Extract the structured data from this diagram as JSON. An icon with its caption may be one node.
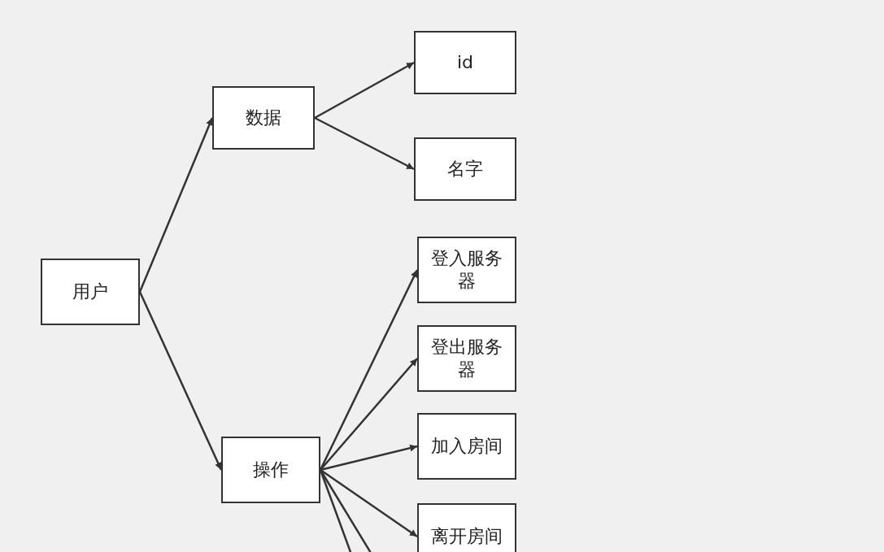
{
  "diagram": {
    "nodes": [
      {
        "text": [
          "用户"
        ]
      },
      {
        "text": [
          "数据"
        ]
      },
      {
        "text": [
          "操作"
        ]
      },
      {
        "text": [
          "id"
        ]
      },
      {
        "text": [
          "名字"
        ]
      },
      {
        "text": [
          "登入服务器"
        ]
      },
      {
        "text": [
          "登出服务器"
        ]
      },
      {
        "text": [
          "加入房间"
        ]
      },
      {
        "text": [
          "离开房间"
        ]
      }
    ],
    "edges": [
      {
        "from": 0,
        "to": 1,
        "arrow": "to"
      },
      {
        "from": 0,
        "to": 2,
        "arrow": "to"
      },
      {
        "from": 1,
        "to": 3,
        "arrow": "to"
      },
      {
        "from": 1,
        "to": 4,
        "arrow": "to"
      },
      {
        "from": 2,
        "to": 5,
        "arrow": "to"
      },
      {
        "from": 2,
        "to": 6,
        "arrow": "to"
      },
      {
        "from": 2,
        "to": 7,
        "arrow": "to"
      },
      {
        "from": 2,
        "to": 8,
        "arrow": "to"
      },
      {
        "from": 2,
        "to": null,
        "arrow": "none"
      },
      {
        "from": 2,
        "to": null,
        "arrow": "none"
      }
    ]
  }
}
